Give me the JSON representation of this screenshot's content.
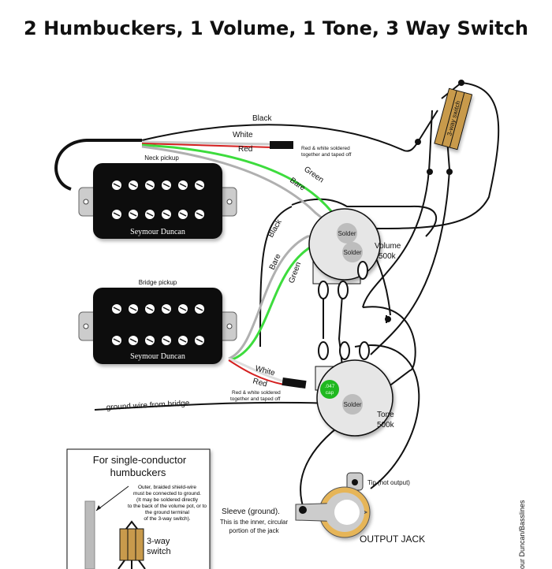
{
  "title": "2 Humbuckers, 1 Volume, 1 Tone, 3 Way Switch",
  "colors": {
    "pickup": "#111111",
    "pot": "#e6e6e6",
    "solder": "#bdbdbd",
    "green_wire": "#3ddc3d",
    "red_wire": "#d42020",
    "bare_wire": "#b0b0b0",
    "switch": "#c89a4c",
    "jack_ring": "#e6b558",
    "cap": "#1fb81f"
  },
  "pickups": {
    "neck": {
      "label": "Neck pickup",
      "brand": "Seymour Duncan"
    },
    "bridge": {
      "label": "Bridge pickup",
      "brand": "Seymour Duncan"
    }
  },
  "wires": {
    "black": "Black",
    "white": "White",
    "red": "Red",
    "green": "Green",
    "bare": "Bare",
    "taped_note_1": "Red & white soldered",
    "taped_note_2": "together and taped off"
  },
  "volume": {
    "label": "Volume",
    "value": "500k",
    "solder": "Solder"
  },
  "tone": {
    "label": "Tone",
    "value": "500k",
    "solder": "Solder",
    "cap_1": ".047",
    "cap_2": "cap"
  },
  "switch": {
    "label": "3-way switch"
  },
  "ground_wire": "ground wire from bridge",
  "jack": {
    "label": "OUTPUT JACK",
    "tip": "Tip (hot output)",
    "sleeve_1": "Sleeve (ground).",
    "sleeve_2": "This is the inner, circular",
    "sleeve_3": "portion of the jack"
  },
  "inset": {
    "title_1": "For single-conductor",
    "title_2": "humbuckers",
    "note": [
      "Outer, braided shield-wire",
      "must be connected to ground.",
      "(It may be soldered directly",
      "to the back of the volume pot, or to",
      "the ground terminal",
      "of the 3-way switch)."
    ],
    "switch_1": "3-way",
    "switch_2": "switch"
  },
  "credit": "our Duncan/Basslines"
}
